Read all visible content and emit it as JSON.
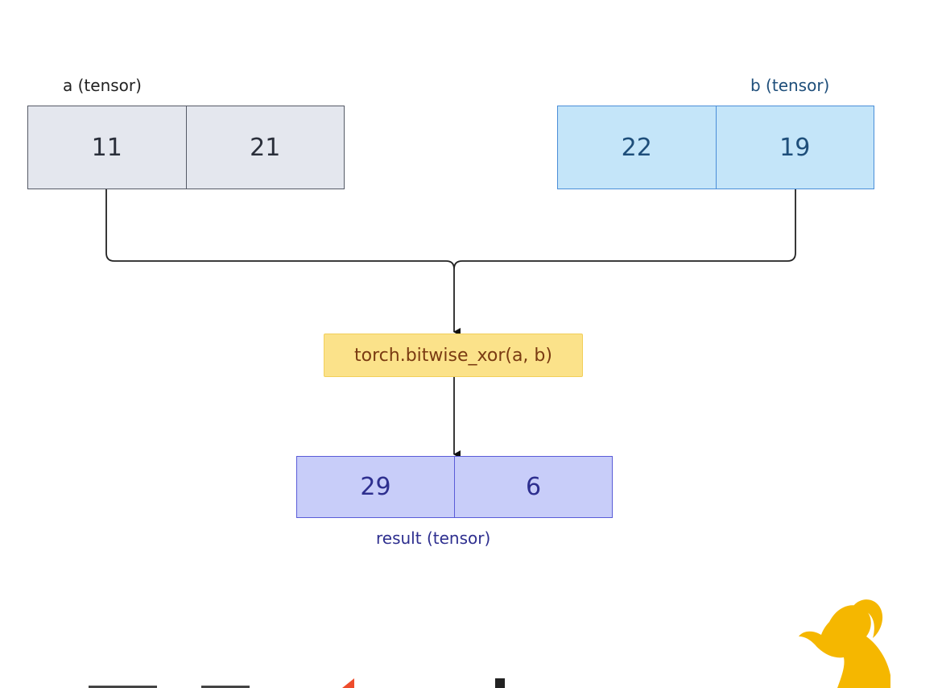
{
  "tensor_a": {
    "label": "a (tensor)",
    "values": [
      "11",
      "21"
    ]
  },
  "tensor_b": {
    "label": "b (tensor)",
    "values": [
      "22",
      "19"
    ]
  },
  "operation": {
    "label": "torch.bitwise_xor(a, b)"
  },
  "tensor_result": {
    "label": "result (tensor)",
    "values": [
      "29",
      "6"
    ]
  },
  "colors": {
    "tensor_a_fill": "#e4e7ee",
    "tensor_b_fill": "#c4e5f9",
    "result_fill": "#c8cdf9",
    "operation_fill": "#fbe28a",
    "logo_orange": "#ee4c2c",
    "mascot_yellow": "#f5b700"
  }
}
